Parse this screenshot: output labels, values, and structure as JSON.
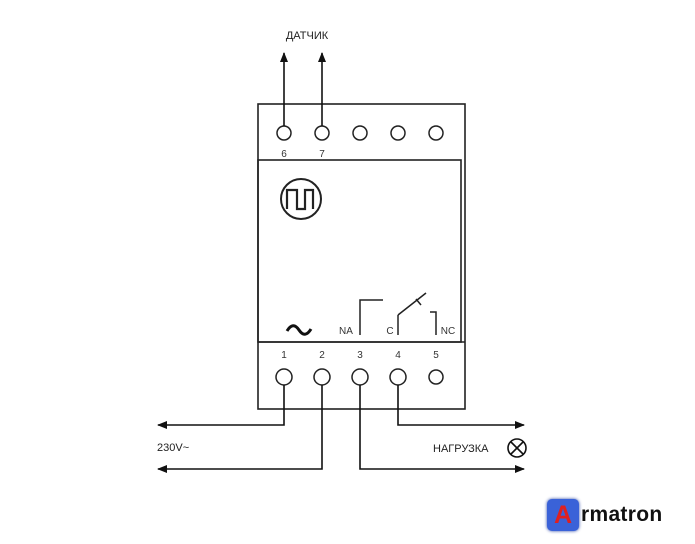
{
  "labels": {
    "sensor": "ДАТЧИК",
    "voltage": "230V~",
    "load": "НАГРУЗКА",
    "contact_na": "NA",
    "contact_c": "C",
    "contact_nc": "NC"
  },
  "top_terminals": [
    "6",
    "7",
    "",
    "",
    ""
  ],
  "bottom_terminals": [
    "1",
    "2",
    "3",
    "4",
    "5"
  ],
  "logo": {
    "badge_letter": "A",
    "text": "rmatron",
    "badge_color": "#3a62d8",
    "letter_color": "#e02020"
  },
  "icons": [
    "pulse-signal-icon",
    "ac-tilde-icon",
    "lamp-icon",
    "relay-switch-icon"
  ]
}
